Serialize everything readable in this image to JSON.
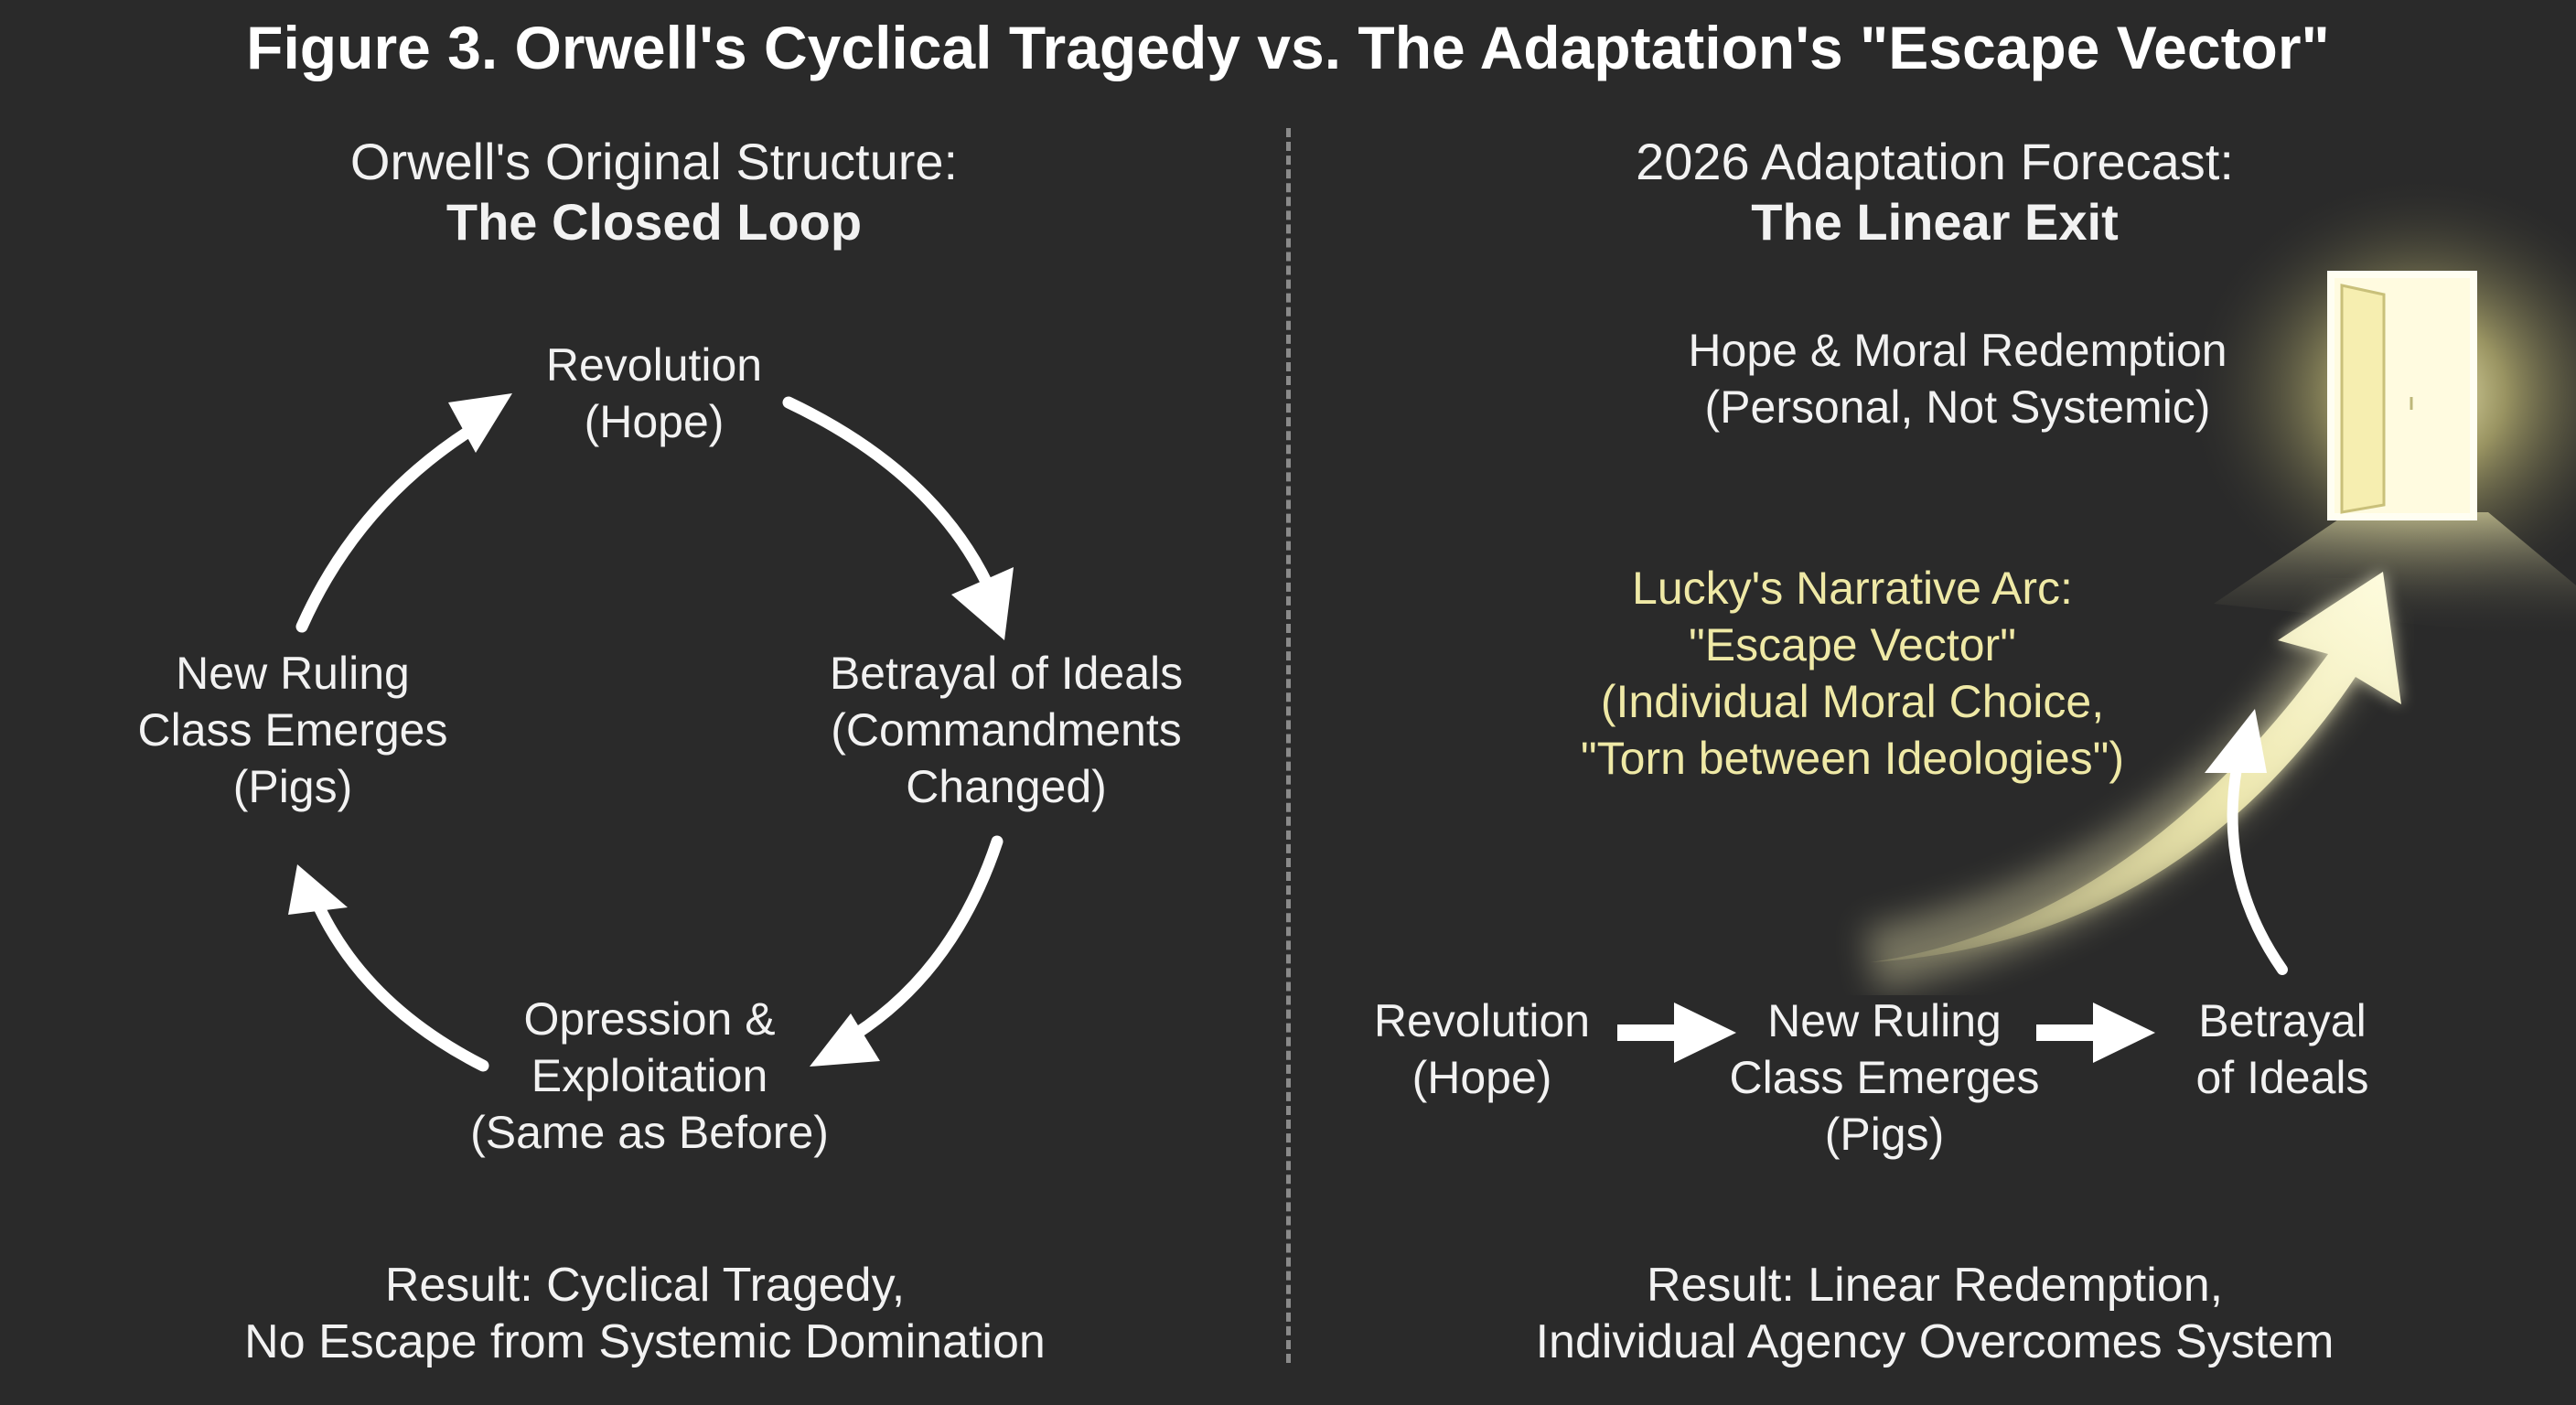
{
  "title": "Figure 3. Orwell's Cyclical Tragedy vs. The Adaptation's \"Escape Vector\"",
  "left": {
    "heading": "Orwell's Original Structure:",
    "subheading": "The Closed Loop",
    "nodes": {
      "revolution": [
        "Revolution",
        "(Hope)"
      ],
      "betrayal": [
        "Betrayal of Ideals",
        "(Commandments",
        "Changed)"
      ],
      "oppression": [
        "Opression &",
        "Exploitation",
        "(Same as Before)"
      ],
      "ruling": [
        "New Ruling",
        "Class Emerges",
        "(Pigs)"
      ]
    },
    "result": [
      "Result: Cyclical Tragedy,",
      "No Escape from Systemic Domination"
    ]
  },
  "right": {
    "heading": "2026 Adaptation Forecast:",
    "subheading": "The Linear Exit",
    "hope": [
      "Hope & Moral Redemption",
      "(Personal, Not Systemic)"
    ],
    "arc": [
      "Lucky's Narrative Arc:",
      "\"Escape Vector\"",
      "(Individual Moral Choice,",
      "\"Torn between Ideologies\")"
    ],
    "nodes": {
      "revolution": [
        "Revolution",
        "(Hope)"
      ],
      "ruling": [
        "New Ruling",
        "Class Emerges",
        "(Pigs)"
      ],
      "betrayal": [
        "Betrayal",
        "of Ideals"
      ]
    },
    "result": [
      "Result: Linear Redemption,",
      "Individual Agency Overcomes System"
    ]
  },
  "colors": {
    "background": "#2a2a2a",
    "text": "#f2f2f2",
    "highlight": "#efe9a6",
    "glow": "#fffbd0",
    "divider": "#8a8a8a"
  },
  "icons": [
    "door-icon",
    "escape-arrow-icon"
  ]
}
